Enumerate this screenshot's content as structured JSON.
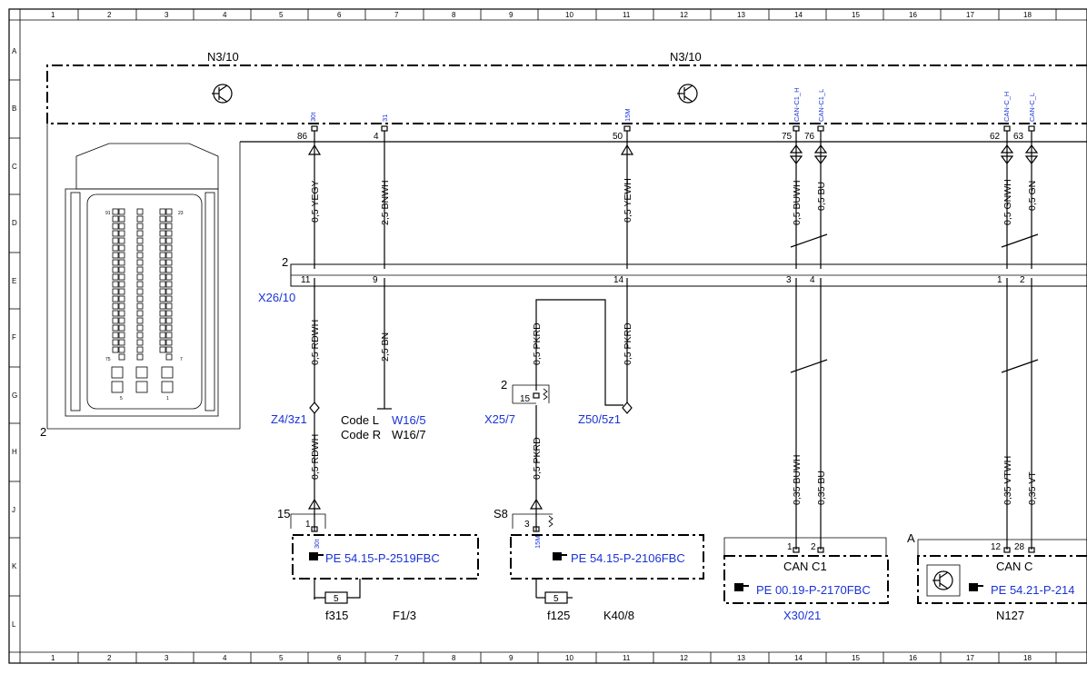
{
  "grid": {
    "cols": [
      "1",
      "2",
      "3",
      "4",
      "5",
      "6",
      "7",
      "8",
      "9",
      "10",
      "11",
      "12",
      "13",
      "14",
      "15",
      "16",
      "17",
      "18"
    ],
    "rows": [
      "A",
      "B",
      "C",
      "D",
      "E",
      "F",
      "G",
      "H",
      "J",
      "K",
      "L"
    ]
  },
  "components": {
    "n310_left": "N3/10",
    "n310_right": "N3/10",
    "ecu_num": "2",
    "connector_x2610": "X26/10",
    "connector_x2610_num": "2",
    "z43z1": "Z4/3z1",
    "z505z1": "Z50/5z1",
    "x257": "X25/7",
    "x257_num": "2",
    "x257_pin": "15",
    "code_l": "Code L",
    "code_l_val": "W16/5",
    "code_r": "Code R",
    "code_r_val": "W16/7",
    "fuse_left_num": "15",
    "fuse_left_pin": "1",
    "fuse_left_small": "30t",
    "fuse_left_ref": "PE 54.15-P-2519FBC",
    "fuse_left_fuse": "5",
    "fuse_left_f": "f315",
    "fuse_left_box": "F1/3",
    "fuse_mid_num": "S8",
    "fuse_mid_pin": "3",
    "fuse_mid_small": "15M",
    "fuse_mid_ref": "PE 54.15-P-2106FBC",
    "fuse_mid_fuse": "5",
    "fuse_mid_f": "f125",
    "fuse_mid_box": "K40/8",
    "can_c1_title": "CAN C1",
    "can_c1_pin1": "1",
    "can_c1_pin2": "2",
    "can_c1_ref": "PE 00.19-P-2170FBC",
    "can_c1_box": "X30/21",
    "can_c_title": "CAN C",
    "can_c_pin1": "12",
    "can_c_pin2": "28",
    "can_c_ref": "PE 54.21-P-214",
    "can_c_letter": "A",
    "can_c_box": "N127"
  },
  "pins_top": {
    "p86": "86",
    "p86s": "30t",
    "p4": "4",
    "p4s": "31",
    "p50": "50",
    "p50s": "15M",
    "p75": "75",
    "p75s": "CAN-C1_H",
    "p76": "76",
    "p76s": "CAN-C1_L",
    "p62": "62",
    "p62s": "CAN-C_H",
    "p63": "63",
    "p63s": "CAN-C_L"
  },
  "pins_conn": {
    "c11": "11",
    "c9": "9",
    "c14": "14",
    "c3": "3",
    "c4": "4",
    "c1": "1",
    "c2": "2"
  },
  "wires": {
    "w1_top": "0,5 YEGY",
    "w2_top": "2,5 BNWH",
    "w3_top": "0,5 YEWH",
    "w4_top": "0,5 BUWH",
    "w5_top": "0,5 BU",
    "w6_top": "0,5 GNWH",
    "w7_top": "0,5 GN",
    "w1_mid": "0,5 RDWH",
    "w2_mid": "2,5 BN",
    "w3_mid": "0,5 PKRD",
    "wx_mid": "0,5 PKRD",
    "w1_low": "0,5 RDWH",
    "wx_low": "0,5 PKRD",
    "w4_low": "0,35 BUWH",
    "w5_low": "0,35 BU",
    "w6_low": "0,35 VTWH",
    "w7_low": "0,35 VT"
  },
  "ecu_labels": {
    "a": "91",
    "b": "23",
    "c": "75",
    "d": "7",
    "e": "5",
    "f": "1"
  }
}
